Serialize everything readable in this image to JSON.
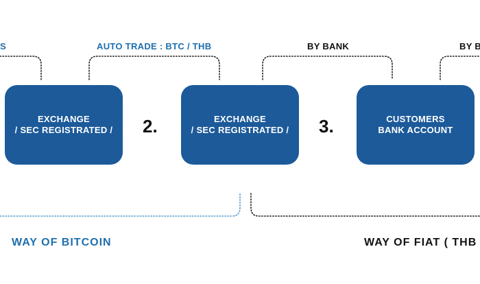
{
  "top_labels": {
    "left_partial": "S",
    "auto_trade": "AUTO TRADE : BTC / THB",
    "by_bank": "BY BANK",
    "by_bank_partial": "BY B"
  },
  "boxes": [
    {
      "line1": "EXCHANGE",
      "line2": "/ SEC REGISTRATED /"
    },
    {
      "line1": "EXCHANGE",
      "line2": "/ SEC REGISTRATED /"
    },
    {
      "line1": "CUSTOMERS",
      "line2": "BANK ACCOUNT"
    }
  ],
  "steps": [
    "2.",
    "3."
  ],
  "bottom_labels": {
    "bitcoin": "WAY OF BITCOIN",
    "fiat": "WAY OF FIAT ( THB"
  },
  "colors": {
    "box_fill": "#1c5a9a",
    "accent_blue": "#1f6fad",
    "text_dark": "#111111",
    "dotted_blue": "#5aa0d0",
    "dotted_dark": "#222222"
  }
}
